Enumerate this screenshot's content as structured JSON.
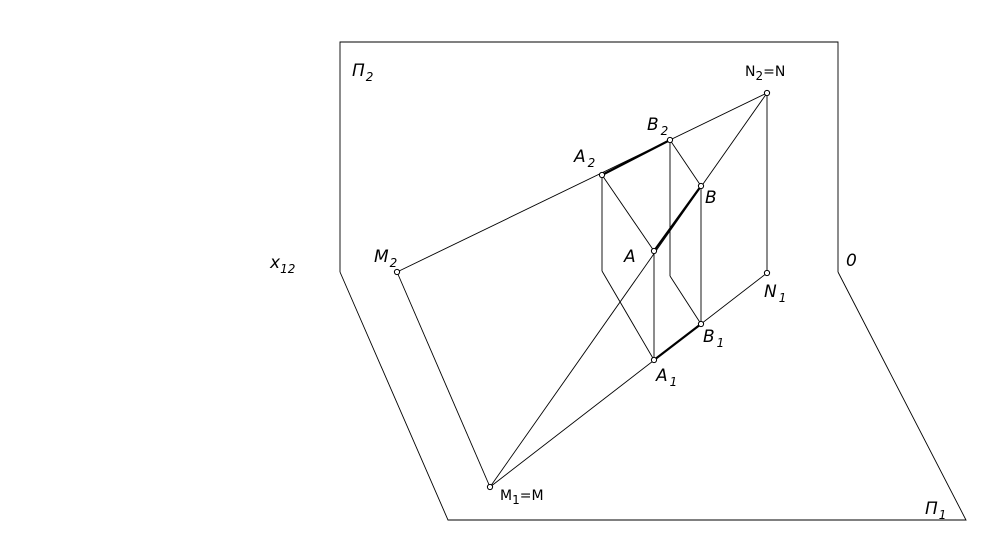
{
  "diagram": {
    "labels": {
      "pi2": {
        "main": "П",
        "sub": "2"
      },
      "pi1": {
        "main": "П",
        "sub": "1"
      },
      "x12": {
        "main": "x",
        "sub": "12"
      },
      "o": {
        "main": "0"
      },
      "m2": {
        "main": "M",
        "sub": "2"
      },
      "m1m": {
        "main": "M",
        "sub": "1",
        "suffix": "=M"
      },
      "n2n": {
        "main": "N",
        "sub": "2",
        "suffix": "=N"
      },
      "n1": {
        "main": "N",
        "sub": "1"
      },
      "a2": {
        "main": "A",
        "sub": "2"
      },
      "b2": {
        "main": "B",
        "sub": "2"
      },
      "a": {
        "main": "A"
      },
      "b": {
        "main": "B"
      },
      "a1": {
        "main": "A",
        "sub": "1"
      },
      "b1": {
        "main": "B",
        "sub": "1"
      }
    }
  }
}
